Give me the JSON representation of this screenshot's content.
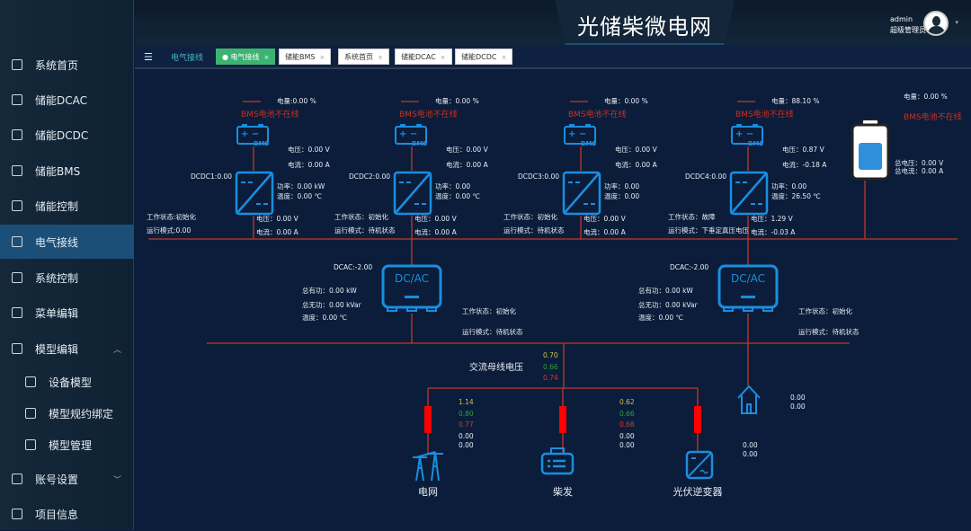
{
  "header": {
    "title": "光储柴微电网",
    "user_name": "admin",
    "user_role": "超级管理员"
  },
  "breadcrumb": "电气接线",
  "tabs": [
    {
      "label": "电气接线",
      "active": true
    },
    {
      "label": "储能BMS"
    },
    {
      "label": "系统首页"
    },
    {
      "label": "储能DCAC"
    },
    {
      "label": "储能DCDC"
    }
  ],
  "sidebar": {
    "items": [
      {
        "label": "系统首页",
        "icon": "topology-icon"
      },
      {
        "label": "储能DCAC",
        "icon": "device-icon"
      },
      {
        "label": "储能DCDC",
        "icon": "device-icon"
      },
      {
        "label": "储能BMS",
        "icon": "battery-icon"
      },
      {
        "label": "储能控制",
        "icon": "monitor-icon"
      },
      {
        "label": "电气接线",
        "icon": "wiring-icon",
        "active": true
      },
      {
        "label": "系统控制",
        "icon": "chart-icon"
      },
      {
        "label": "菜单编辑",
        "icon": "chart-icon"
      },
      {
        "label": "模型编辑",
        "icon": "model-icon",
        "expanded": true
      },
      {
        "label": "设备模型",
        "icon": "monitor-icon",
        "sub": true
      },
      {
        "label": "模型规约绑定",
        "icon": "clipboard-icon",
        "sub": true
      },
      {
        "label": "模型管理",
        "icon": "monitor-icon",
        "sub": true
      },
      {
        "label": "账号设置",
        "icon": "user-settings-icon",
        "collapsed": true
      },
      {
        "label": "项目信息",
        "icon": "chart-icon"
      }
    ]
  },
  "colors": {
    "line": "#c0392b",
    "icon": "#1a8ee0",
    "bg": "#0b1d3a",
    "active_tab": "#3cb371"
  },
  "dcdc": [
    {
      "soc": "电量:0.00 %",
      "bms_status": "BMS电池不在线",
      "bms_label": "BMS",
      "v_in": "电压：0.00 V",
      "i_in": "电流：0.00 A",
      "name": "DCDC1:0.00",
      "power": "功率：0.00 kW",
      "temp": "温度：0.00 ℃",
      "work": "工作状态:初始化",
      "mode": "运行模式:0.00",
      "v_out": "电压：0.00 V",
      "i_out": "电流：0.00 A"
    },
    {
      "soc": "电量：0.00 %",
      "bms_status": "BMS电池不在线",
      "bms_label": "BMS",
      "v_in": "电压：0.00 V",
      "i_in": "电流：0.00 A",
      "name": "DCDC2:0.00",
      "power": "功率：0.00",
      "temp": "温度：0.00 ℃",
      "work": "工作状态：初始化",
      "mode": "运行模式：待机状态",
      "v_out": "电压：0.00 V",
      "i_out": "电流：0.00 A"
    },
    {
      "soc": "电量：0.00 %",
      "bms_status": "BMS电池不在线",
      "bms_label": "BMS",
      "v_in": "电压：0.00 V",
      "i_in": "电流：0.00 A",
      "name": "DCDC3:0.00",
      "power": "功率：0.00",
      "temp": "温度：0.00",
      "work": "工作状态：初始化",
      "mode": "运行模式：待机状态",
      "v_out": "电压：0.00 V",
      "i_out": "电流：0.00 A"
    },
    {
      "soc": "电量：88.10 %",
      "bms_status": "BMS电池不在线",
      "bms_label": "BMS",
      "v_in": "电压：0.87 V",
      "i_in": "电流：-0.18 A",
      "name": "DCDC4:0.00",
      "power": "功率：0.00",
      "temp": "温度：26.50 ℃",
      "work": "工作状态：故障",
      "mode": "运行模式：下垂定真压电压",
      "v_out": "电压：1.29 V",
      "i_out": "电流：-0.03 A"
    }
  ],
  "battery": {
    "soc": "电量：0.00 %",
    "bms_status": "BMS电池不在线",
    "total_v": "总电压：0.00 V",
    "total_i": "总电流：0.00 A",
    "fill_level": 0.7
  },
  "dcac": [
    {
      "name": "DCAC:-2.00",
      "label": "DC/AC",
      "p": "总有功：0.00 kW",
      "q": "总无功：0.00 kVar",
      "temp": "温度：0.00 ℃",
      "work": "工作状态：初始化",
      "mode": "运行模式：待机状态"
    },
    {
      "name": "DCAC:-2.00",
      "label": "DC/AC",
      "p": "总有功：0.00 kW",
      "q": "总无功：0.00 kVar",
      "temp": "温度：0.00 ℃",
      "work": "工作状态：初始化",
      "mode": "运行模式：待机状态"
    }
  ],
  "ac_bus": {
    "label": "交流母线电压",
    "va": "0.70",
    "vb": "0.66",
    "vc": "0.74"
  },
  "feeders": [
    {
      "label": "电网",
      "va": "1.14",
      "vb": "0.80",
      "vc": "0.77",
      "p": "0.00",
      "q": "0.00"
    },
    {
      "label": "柴发",
      "va": "0.62",
      "vb": "0.66",
      "vc": "0.68",
      "p": "0.00",
      "q": "0.00"
    },
    {
      "label": "光伏逆变器",
      "p": "0.00",
      "q": "0.00"
    }
  ],
  "load": {
    "p": "0.00",
    "q": "0.00"
  }
}
